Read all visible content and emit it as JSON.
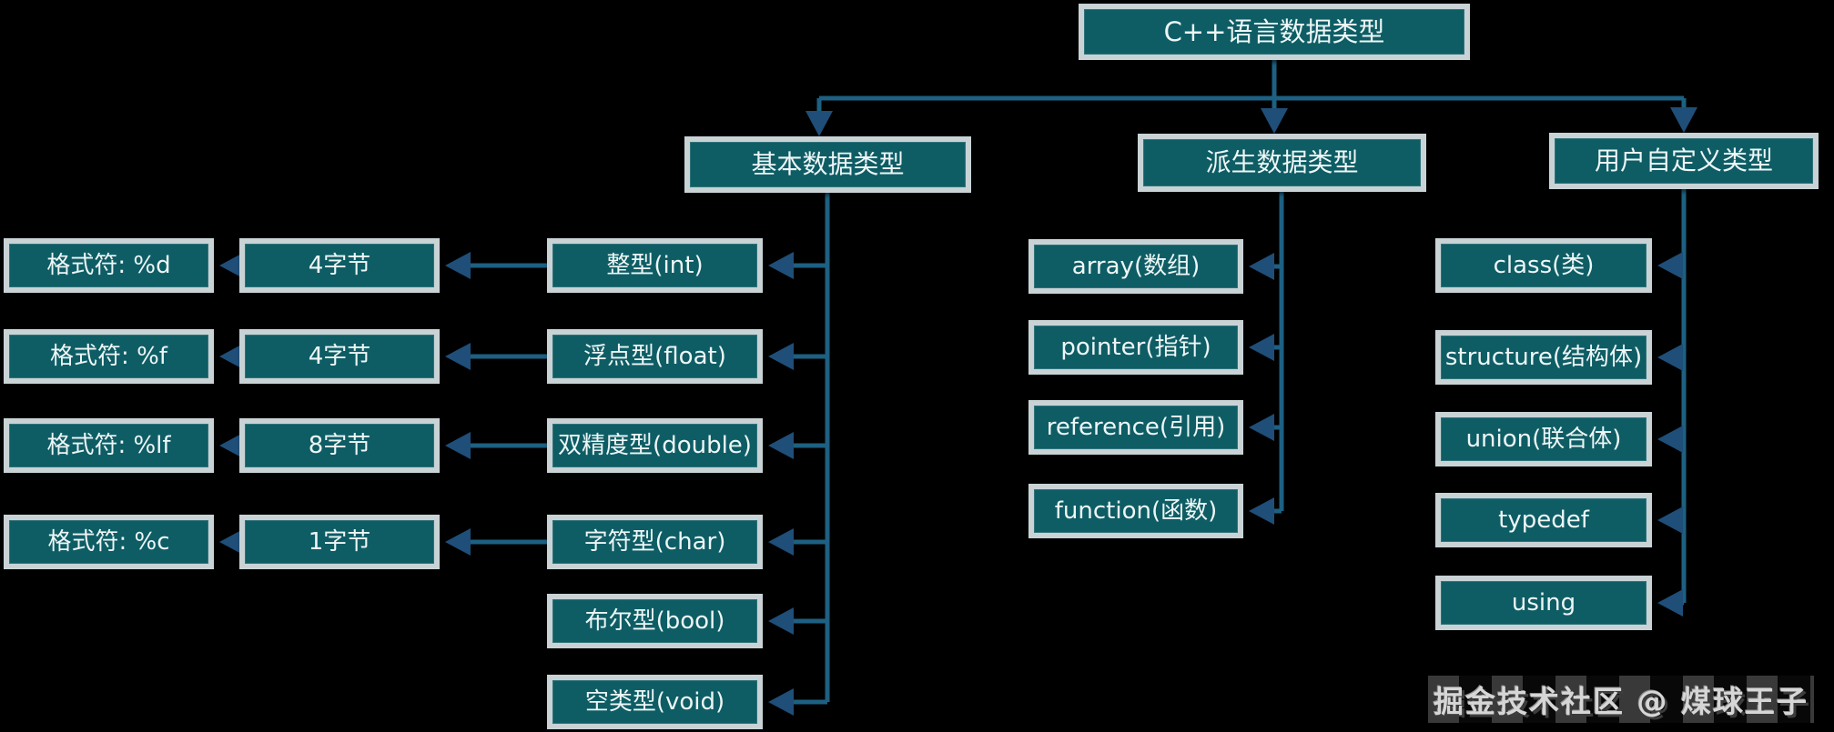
{
  "title": {
    "label": "C++语言数据类型"
  },
  "branches": {
    "basic": {
      "label": "基本数据类型"
    },
    "derived": {
      "label": "派生数据类型"
    },
    "user": {
      "label": "用户自定义类型"
    }
  },
  "basic_types": {
    "rows": [
      {
        "type": "整型(int)",
        "bytes": "4字节",
        "format": "格式符: %d"
      },
      {
        "type": "浮点型(float)",
        "bytes": "4字节",
        "format": "格式符: %f"
      },
      {
        "type": "双精度型(double)",
        "bytes": "8字节",
        "format": "格式符: %lf"
      },
      {
        "type": "字符型(char)",
        "bytes": "1字节",
        "format": "格式符: %c"
      },
      {
        "type": "布尔型(bool)"
      },
      {
        "type": "空类型(void)"
      }
    ]
  },
  "derived_types": [
    "array(数组)",
    "pointer(指针)",
    "reference(引用)",
    "function(函数)"
  ],
  "user_types": [
    "class(类)",
    "structure(结构体)",
    "union(联合体)",
    "typedef",
    "using"
  ],
  "watermark": "掘金技术社区 @ 煤球王子",
  "colors": {
    "background": "#000000",
    "node_fill": "#0e5d65",
    "node_border": "#c9d3d6",
    "connector": "#1d6082",
    "arrow": "#1f4e79",
    "text": "#eef6f6"
  }
}
